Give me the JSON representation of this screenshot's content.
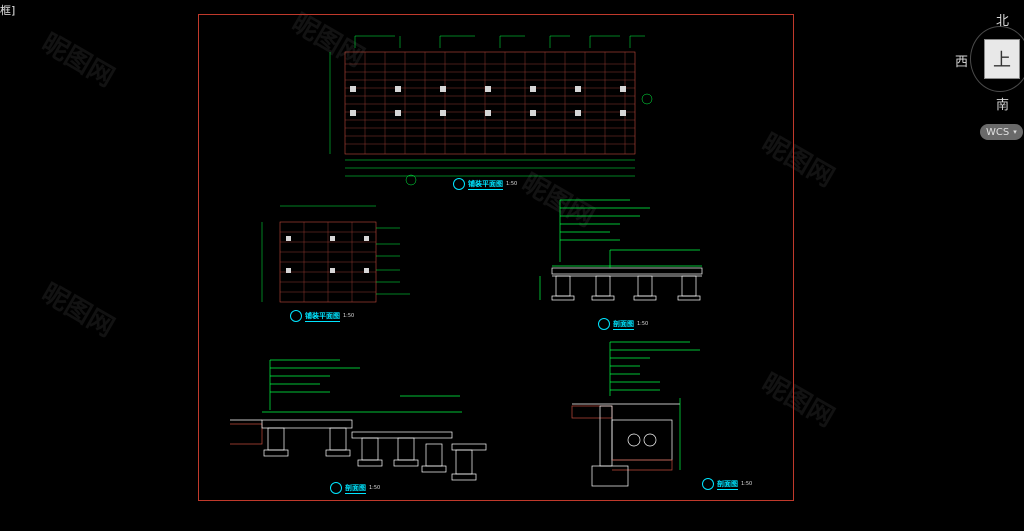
{
  "window": {
    "corner_text": "框]"
  },
  "viewcube": {
    "north": "北",
    "west": "西",
    "south": "南",
    "top_face": "上",
    "wcs": "WCS"
  },
  "watermark": {
    "text": "昵图网"
  },
  "drawings": [
    {
      "title": "铺装平面图",
      "scale": "1:50"
    },
    {
      "title": "铺装平面图",
      "scale": "1:50"
    },
    {
      "title": "剖面图",
      "scale": "1:50"
    },
    {
      "title": "剖面图",
      "scale": "1:50"
    },
    {
      "title": "剖面图",
      "scale": "1:50"
    }
  ],
  "colors": {
    "frame": "#c0392b",
    "annotation": "#00ff44",
    "hatch": "#c04a3c",
    "section": "#ffffff",
    "title": "#00e5ff"
  }
}
